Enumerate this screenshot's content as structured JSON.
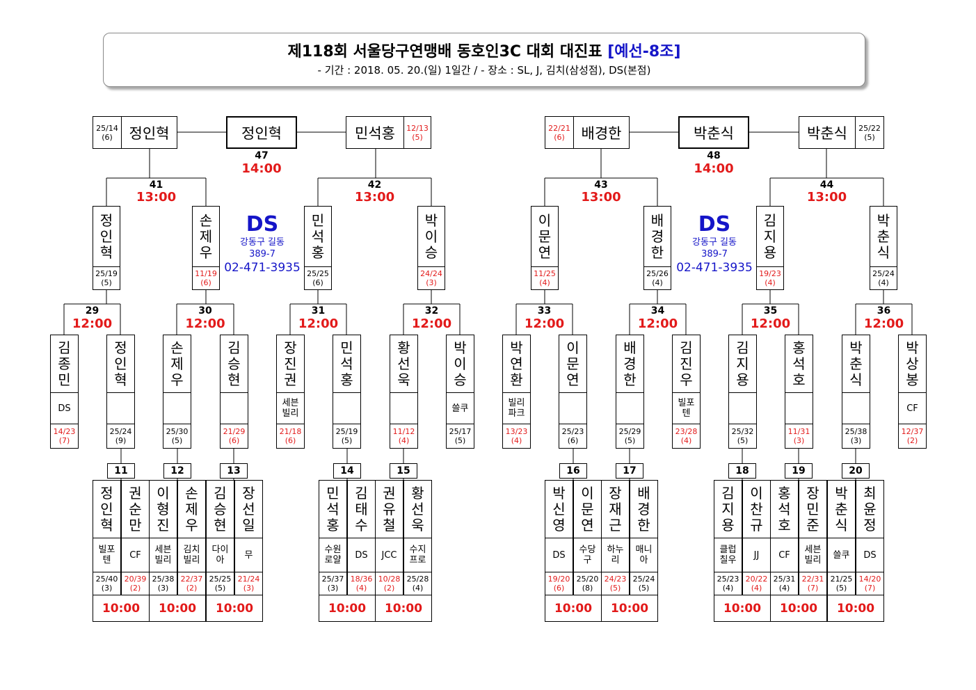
{
  "title": {
    "main": "제118회 서울당구연맹배 동호인3C 대회 대진표",
    "group": "[예선-8조]",
    "sub": "- 기간 : 2018. 05. 20.(일) 1일간 / - 장소 : SL, J, 김치(삼성점), DS(본점)"
  },
  "venue": {
    "name": "DS",
    "addr1": "강동구 길동",
    "addr2": "389-7",
    "phone": "02-471-3935"
  },
  "finals": [
    {
      "num": "47",
      "time": "14:00",
      "winner": "정인혁",
      "left": {
        "name": "정인혁",
        "score": "25/14",
        "inn": "(6)",
        "lost": false
      },
      "right": {
        "name": "민석홍",
        "score": "12/13",
        "inn": "(5)",
        "lost": true
      }
    },
    {
      "num": "48",
      "time": "14:00",
      "winner": "박춘식",
      "left": {
        "name": "배경한",
        "score": "22/21",
        "inn": "(6)",
        "lost": true
      },
      "right": {
        "name": "박춘식",
        "score": "25/22",
        "inn": "(5)",
        "lost": false
      }
    }
  ],
  "semis": [
    {
      "num": "41",
      "time": "13:00",
      "p": [
        {
          "name": "정인혁",
          "score": "25/19",
          "inn": "(5)",
          "lost": false
        },
        {
          "name": "손제우",
          "score": "11/19",
          "inn": "(6)",
          "lost": true
        }
      ]
    },
    {
      "num": "42",
      "time": "13:00",
      "p": [
        {
          "name": "민석홍",
          "score": "25/25",
          "inn": "(6)",
          "lost": false
        },
        {
          "name": "박이승",
          "score": "24/24",
          "inn": "(3)",
          "lost": true
        }
      ]
    },
    {
      "num": "43",
      "time": "13:00",
      "p": [
        {
          "name": "이문연",
          "score": "11/25",
          "inn": "(4)",
          "lost": true
        },
        {
          "name": "배경한",
          "score": "25/26",
          "inn": "(4)",
          "lost": false
        }
      ]
    },
    {
      "num": "44",
      "time": "13:00",
      "p": [
        {
          "name": "김지용",
          "score": "19/23",
          "inn": "(4)",
          "lost": true
        },
        {
          "name": "박춘식",
          "score": "25/24",
          "inn": "(4)",
          "lost": false
        }
      ]
    }
  ],
  "quarters": [
    {
      "num": "29",
      "time": "12:00",
      "p": [
        {
          "name": "김종민",
          "club": "DS",
          "score": "14/23",
          "inn": "(7)",
          "lost": true
        },
        {
          "name": "정인혁",
          "club": "",
          "score": "25/24",
          "inn": "(9)",
          "lost": false
        }
      ]
    },
    {
      "num": "30",
      "time": "12:00",
      "p": [
        {
          "name": "손제우",
          "club": "",
          "score": "25/30",
          "inn": "(5)",
          "lost": false
        },
        {
          "name": "김승현",
          "club": "",
          "score": "21/29",
          "inn": "(6)",
          "lost": true
        }
      ]
    },
    {
      "num": "31",
      "time": "12:00",
      "p": [
        {
          "name": "장진권",
          "club": "세븐빌리",
          "score": "21/18",
          "inn": "(6)",
          "lost": true
        },
        {
          "name": "민석홍",
          "club": "",
          "score": "25/19",
          "inn": "(5)",
          "lost": false
        }
      ]
    },
    {
      "num": "32",
      "time": "12:00",
      "p": [
        {
          "name": "황선욱",
          "club": "",
          "score": "11/12",
          "inn": "(4)",
          "lost": true
        },
        {
          "name": "박이승",
          "club": "쓸쿠",
          "score": "25/17",
          "inn": "(5)",
          "lost": false
        }
      ]
    },
    {
      "num": "33",
      "time": "12:00",
      "p": [
        {
          "name": "박연환",
          "club": "빌리파크",
          "score": "13/23",
          "inn": "(4)",
          "lost": true
        },
        {
          "name": "이문연",
          "club": "",
          "score": "25/23",
          "inn": "(6)",
          "lost": false
        }
      ]
    },
    {
      "num": "34",
      "time": "12:00",
      "p": [
        {
          "name": "배경한",
          "club": "",
          "score": "25/29",
          "inn": "(5)",
          "lost": false
        },
        {
          "name": "김진우",
          "club": "빌포텐",
          "score": "23/28",
          "inn": "(4)",
          "lost": true
        }
      ]
    },
    {
      "num": "35",
      "time": "12:00",
      "p": [
        {
          "name": "김지용",
          "club": "",
          "score": "25/32",
          "inn": "(5)",
          "lost": false
        },
        {
          "name": "홍석호",
          "club": "",
          "score": "11/31",
          "inn": "(3)",
          "lost": true
        }
      ]
    },
    {
      "num": "36",
      "time": "12:00",
      "p": [
        {
          "name": "박춘식",
          "club": "",
          "score": "25/38",
          "inn": "(3)",
          "lost": false
        },
        {
          "name": "박상봉",
          "club": "CF",
          "score": "12/37",
          "inn": "(2)",
          "lost": true
        }
      ]
    }
  ],
  "firsts": [
    {
      "num": "11",
      "time": "10:00",
      "p": [
        {
          "name": "정인혁",
          "club": "빌포텐",
          "score": "25/40",
          "inn": "(3)",
          "lost": false
        },
        {
          "name": "권순만",
          "club": "CF",
          "score": "20/39",
          "inn": "(2)",
          "lost": true
        }
      ]
    },
    {
      "num": "12",
      "time": "10:00",
      "p": [
        {
          "name": "이형진",
          "club": "세븐빌리",
          "score": "25/38",
          "inn": "(3)",
          "lost": false
        },
        {
          "name": "손제우",
          "club": "김치빌리",
          "score": "22/37",
          "inn": "(2)",
          "lost": true
        }
      ]
    },
    {
      "num": "13",
      "time": "10:00",
      "p": [
        {
          "name": "김승현",
          "club": "다이아",
          "score": "25/25",
          "inn": "(5)",
          "lost": false
        },
        {
          "name": "장선일",
          "club": "무",
          "score": "21/24",
          "inn": "(3)",
          "lost": true
        }
      ]
    },
    {
      "num": "14",
      "time": "10:00",
      "p": [
        {
          "name": "민석홍",
          "club": "수원로얄",
          "score": "25/37",
          "inn": "(3)",
          "lost": false
        },
        {
          "name": "김태수",
          "club": "DS",
          "score": "18/36",
          "inn": "(4)",
          "lost": true
        }
      ]
    },
    {
      "num": "15",
      "time": "10:00",
      "p": [
        {
          "name": "권유철",
          "club": "JCC",
          "score": "10/28",
          "inn": "(2)",
          "lost": true
        },
        {
          "name": "황선욱",
          "club": "수지프로",
          "score": "25/28",
          "inn": "(4)",
          "lost": false
        }
      ]
    },
    {
      "num": "16",
      "time": "10:00",
      "p": [
        {
          "name": "박신영",
          "club": "DS",
          "score": "19/20",
          "inn": "(6)",
          "lost": true
        },
        {
          "name": "이문연",
          "club": "수당구",
          "score": "25/20",
          "inn": "(8)",
          "lost": false
        }
      ]
    },
    {
      "num": "17",
      "time": "10:00",
      "p": [
        {
          "name": "장재근",
          "club": "하누리",
          "score": "24/23",
          "inn": "(5)",
          "lost": true
        },
        {
          "name": "배경한",
          "club": "매니아",
          "score": "25/24",
          "inn": "(5)",
          "lost": false
        }
      ]
    },
    {
      "num": "18",
      "time": "10:00",
      "p": [
        {
          "name": "김지용",
          "club": "클럽칠우",
          "score": "25/23",
          "inn": "(4)",
          "lost": false
        },
        {
          "name": "이찬규",
          "club": "JJ",
          "score": "20/22",
          "inn": "(4)",
          "lost": true
        }
      ]
    },
    {
      "num": "19",
      "time": "10:00",
      "p": [
        {
          "name": "홍석호",
          "club": "CF",
          "score": "25/31",
          "inn": "(4)",
          "lost": false
        },
        {
          "name": "장민준",
          "club": "세븐빌리",
          "score": "22/31",
          "inn": "(7)",
          "lost": true
        }
      ]
    },
    {
      "num": "20",
      "time": "10:00",
      "p": [
        {
          "name": "박춘식",
          "club": "쓸쿠",
          "score": "21/25",
          "inn": "(5)",
          "lost": false
        },
        {
          "name": "최윤정",
          "club": "DS",
          "score": "14/20",
          "inn": "(7)",
          "lost": true
        }
      ]
    }
  ]
}
